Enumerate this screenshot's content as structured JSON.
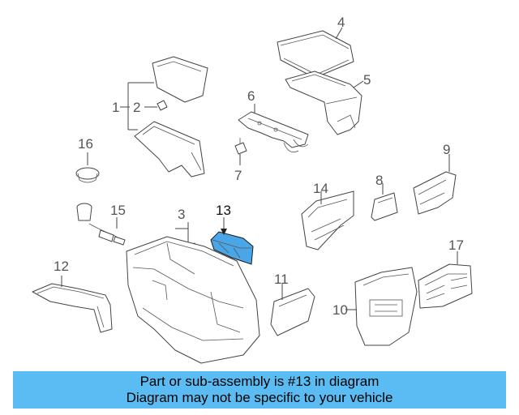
{
  "callouts": {
    "c1": "1",
    "c2": "2",
    "c3": "3",
    "c4": "4",
    "c5": "5",
    "c6": "6",
    "c7": "7",
    "c8": "8",
    "c9": "9",
    "c10": "10",
    "c11": "11",
    "c12": "12",
    "c13": "13",
    "c14": "14",
    "c15": "15",
    "c16": "16",
    "c17": "17"
  },
  "banner": {
    "line1": "Part or sub-assembly is #13 in diagram",
    "line2": "Diagram may not be specific to your vehicle",
    "color": "#5bbcf3"
  },
  "highlight": {
    "part_number": "13",
    "color": "#4aa6e6"
  }
}
